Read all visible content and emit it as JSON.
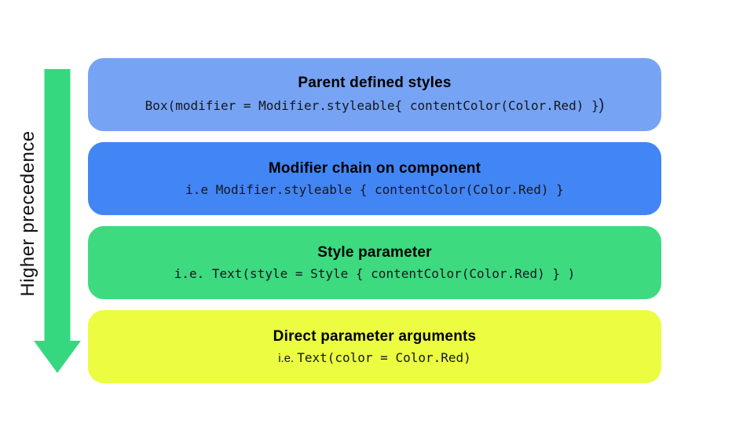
{
  "colors": {
    "background": "#ffffff",
    "arrow": "#35d87e",
    "label_text": "#111111",
    "box1": "#76a3f4",
    "box2": "#4285f4",
    "box3": "#3dda80",
    "box4": "#ebfc41"
  },
  "arrow": {
    "label": "Higher precedence"
  },
  "boxes": [
    {
      "title": "Parent defined styles",
      "code_prefix": "",
      "code": "Box(modifier = Modifier.styleable{ contentColor(Color.Red) }",
      "code_suffix": ")",
      "color": "#76a3f4"
    },
    {
      "title": "Modifier chain on component",
      "code_prefix": "",
      "code": "i.e Modifier.styleable { contentColor(Color.Red) }",
      "code_suffix": "",
      "color": "#4285f4"
    },
    {
      "title": "Style parameter",
      "code_prefix": "",
      "code": "i.e. Text(style = Style { contentColor(Color.Red) } )",
      "code_suffix": "",
      "color": "#3dda80"
    },
    {
      "title": "Direct parameter arguments",
      "code_prefix": "i.e.",
      "code": "Text(color = Color.Red)",
      "code_suffix": "",
      "color": "#ebfc41"
    }
  ]
}
